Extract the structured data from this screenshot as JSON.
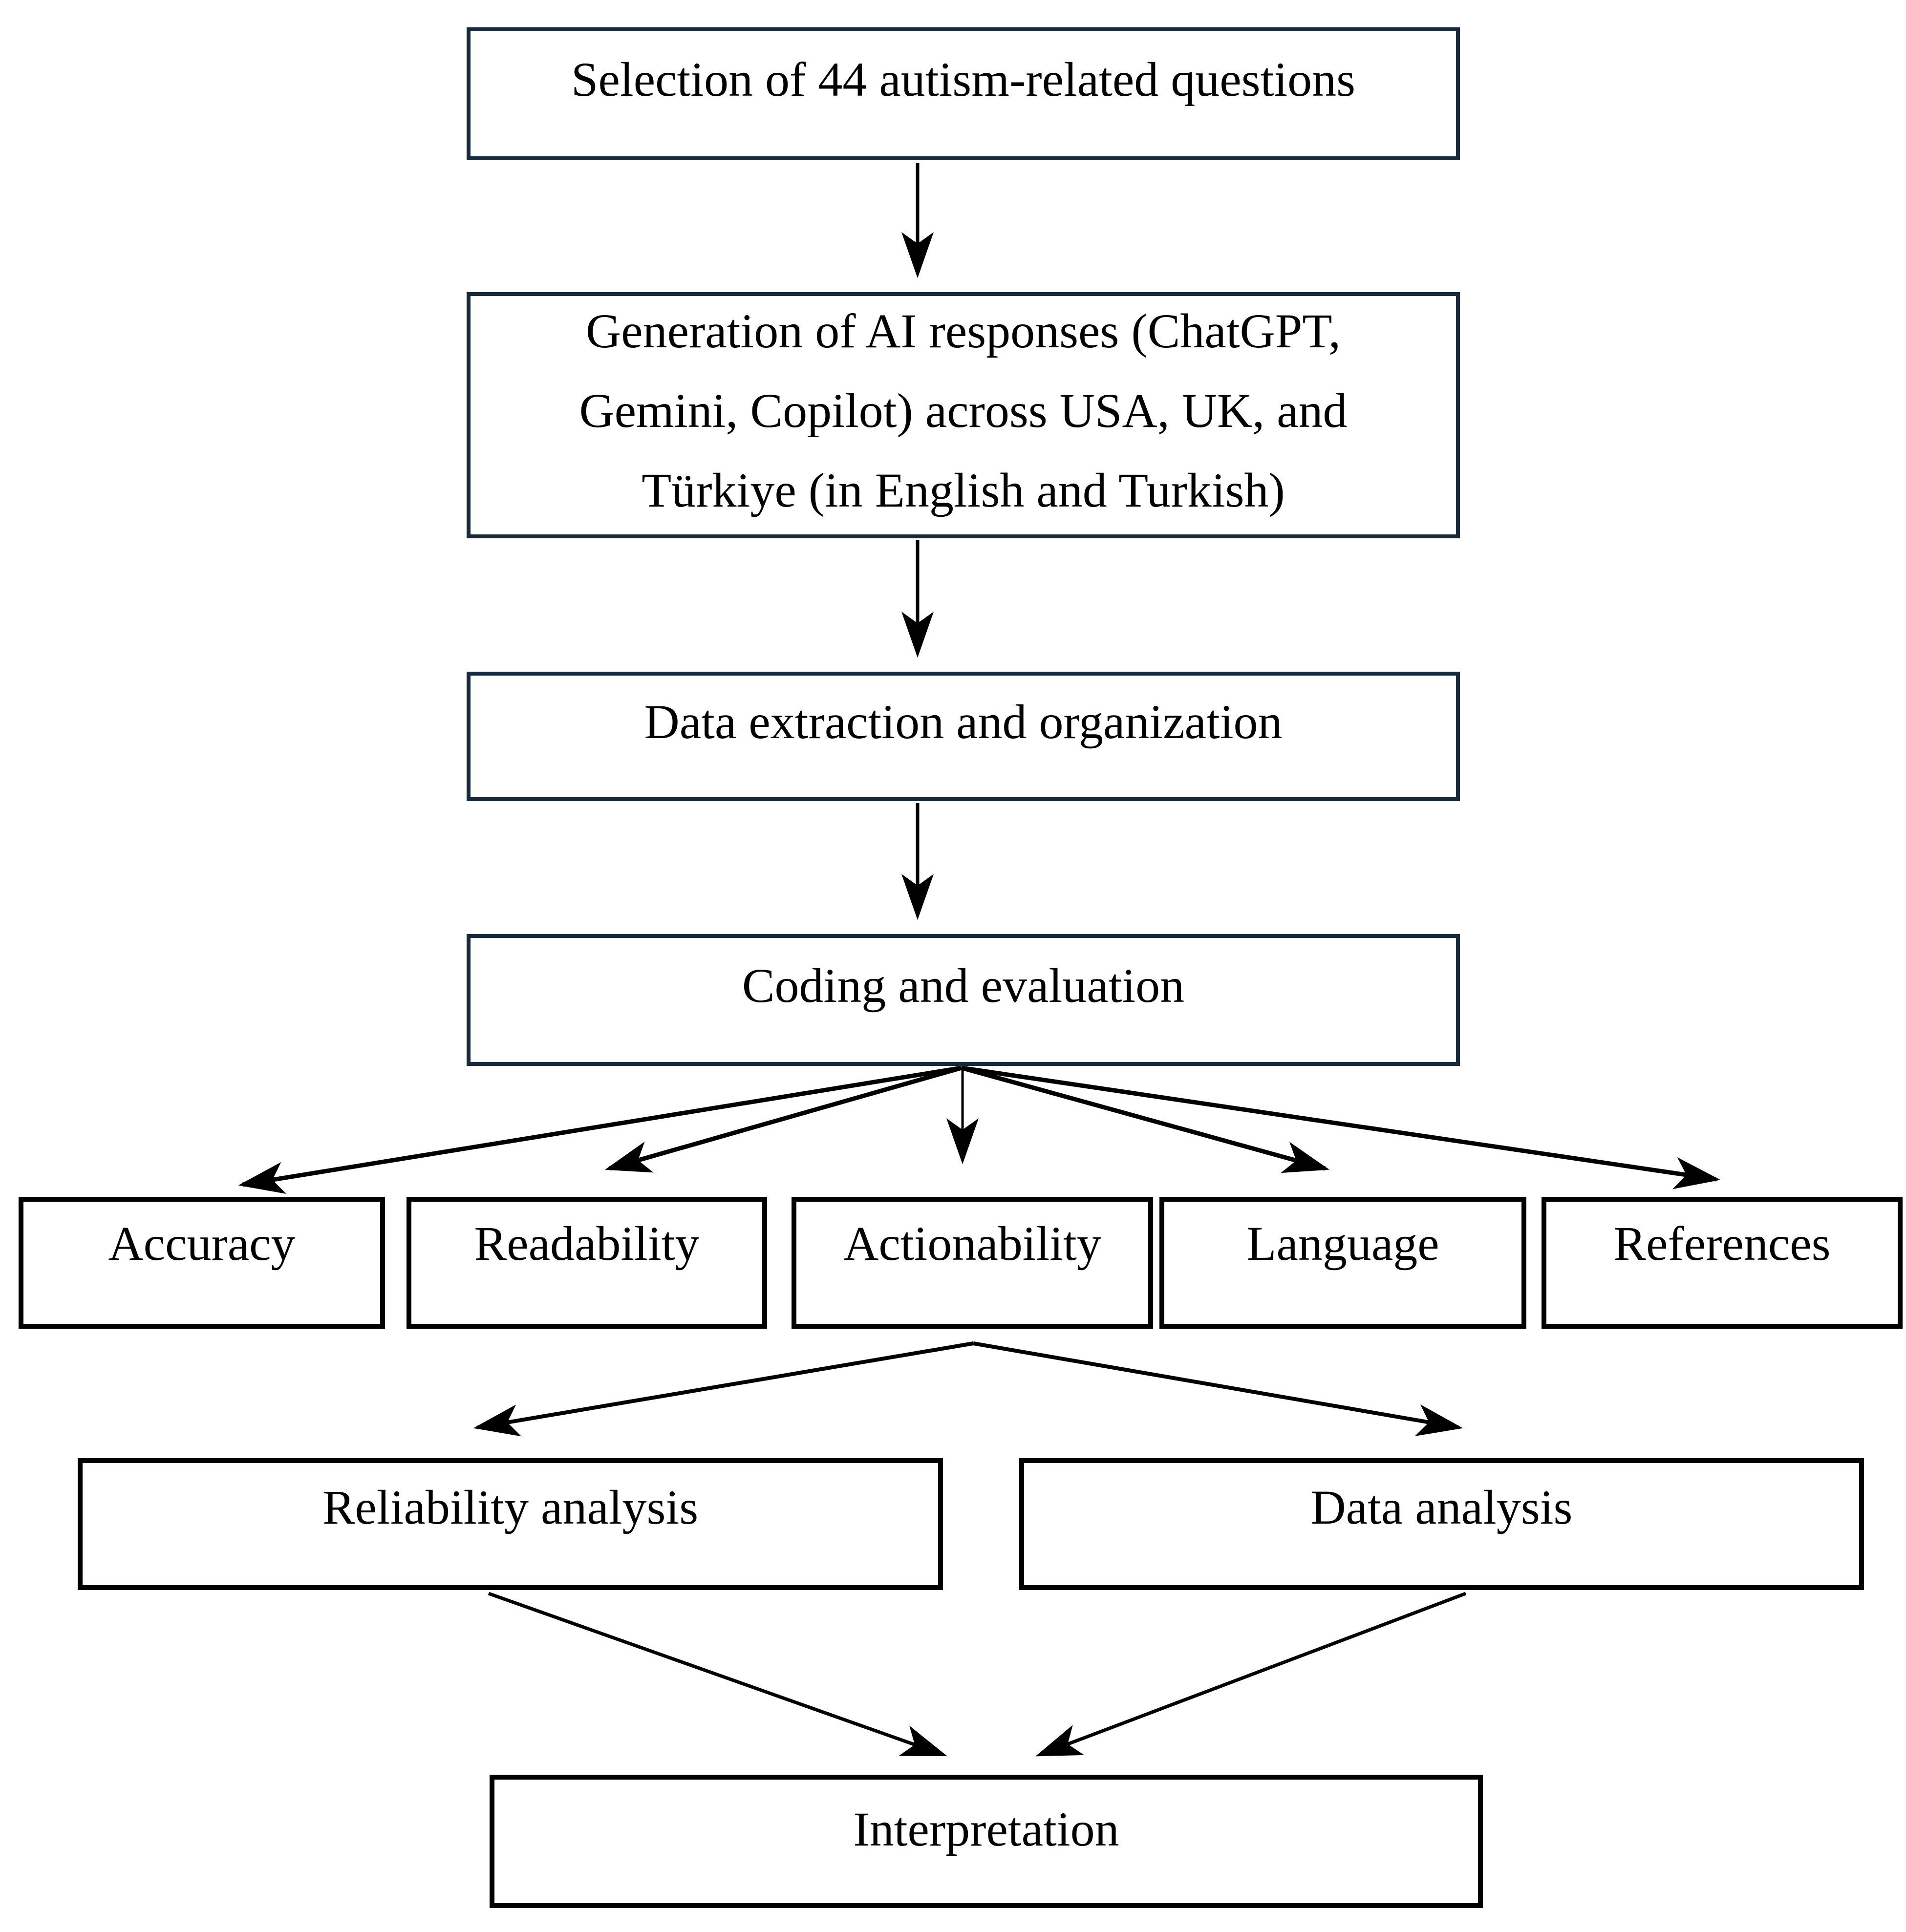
{
  "figure": {
    "type": "flowchart",
    "description": "Study workflow flowchart"
  },
  "nodes": {
    "step1": {
      "label": "Selection of 44 autism-related questions"
    },
    "step2": {
      "label": "Generation of AI responses (ChatGPT, Gemini, Copilot) across USA, UK, and Türkiye (in English and Turkish)"
    },
    "step3": {
      "label": "Data extraction and organization"
    },
    "step4": {
      "label": "Coding and evaluation"
    },
    "reliability": {
      "label": "Reliability analysis"
    },
    "data_analysis": {
      "label": "Data analysis"
    },
    "interpretation": {
      "label": "Interpretation"
    }
  },
  "categories": [
    {
      "label": "Accuracy"
    },
    {
      "label": "Readability"
    },
    {
      "label": "Actionability"
    },
    {
      "label": "Language"
    },
    {
      "label": "References"
    }
  ],
  "edges": [
    {
      "from": "step1",
      "to": "step2"
    },
    {
      "from": "step2",
      "to": "step3"
    },
    {
      "from": "step3",
      "to": "step4"
    },
    {
      "from": "step4",
      "to": "accuracy"
    },
    {
      "from": "step4",
      "to": "readability"
    },
    {
      "from": "step4",
      "to": "actionability"
    },
    {
      "from": "step4",
      "to": "language"
    },
    {
      "from": "step4",
      "to": "references"
    },
    {
      "from": "evaluation_dimensions",
      "to": "reliability_analysis"
    },
    {
      "from": "evaluation_dimensions",
      "to": "data_analysis"
    },
    {
      "from": "reliability_analysis",
      "to": "interpretation"
    },
    {
      "from": "data_analysis",
      "to": "interpretation"
    }
  ],
  "colors": {
    "step_border": "#182a3b",
    "node_border": "#000000",
    "arrow": "#000000",
    "text": "#000000",
    "background": "#ffffff"
  }
}
